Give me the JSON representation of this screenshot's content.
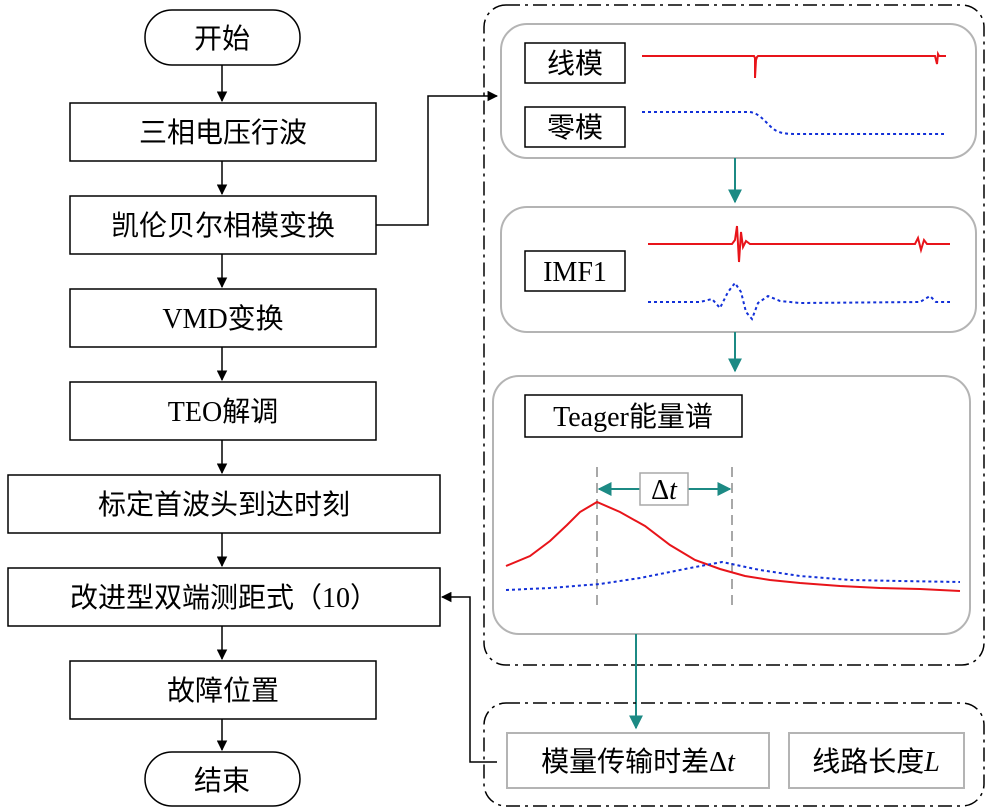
{
  "flow": {
    "start": "开始",
    "steps": [
      "三相电压行波",
      "凯伦贝尔相模变换",
      "VMD变换",
      "TEO解调",
      "标定首波头到达时刻",
      "改进型双端测距式（10）",
      "故障位置"
    ],
    "end": "结束"
  },
  "panels": {
    "mode_panel": {
      "line_mode": "线模",
      "zero_mode": "零模"
    },
    "imf_panel": {
      "label": "IMF1"
    },
    "energy_panel": {
      "label": "Teager能量谱",
      "delta_sym": "Δ",
      "delta_var": "t"
    }
  },
  "outputs": {
    "time_diff": {
      "text": "模量传输时差Δ",
      "var": "t"
    },
    "line_length": {
      "text": "线路长度",
      "var": "L"
    }
  },
  "colors": {
    "line_mode": "#e8141a",
    "zero_mode": "#1230d8",
    "teal_arrow": "#1c8a84",
    "panel_border": "#b4b4b4",
    "dashed_marker": "#a8a8a8"
  }
}
